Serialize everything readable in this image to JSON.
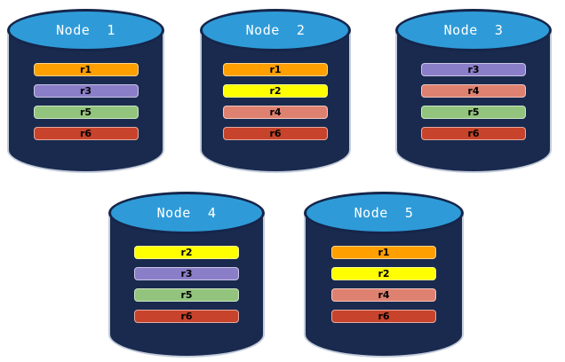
{
  "colors": {
    "cylinder_body": "#192A4E",
    "cylinder_top": "#2E9BD8",
    "cylinder_outline": "#15254A",
    "replica_r1": "#FF9F00",
    "replica_r2": "#FFFF00",
    "replica_r3": "#8B7EC8",
    "replica_r4": "#DF8170",
    "replica_r5": "#93C47D",
    "replica_r6": "#C7432B"
  },
  "nodes": [
    {
      "title": "Node  1",
      "bars": [
        {
          "label": "r1",
          "color": "#FF9F00"
        },
        {
          "label": "r3",
          "color": "#8B7EC8"
        },
        {
          "label": "r5",
          "color": "#93C47D"
        },
        {
          "label": "r6",
          "color": "#C7432B"
        }
      ]
    },
    {
      "title": "Node  2",
      "bars": [
        {
          "label": "r1",
          "color": "#FF9F00"
        },
        {
          "label": "r2",
          "color": "#FFFF00"
        },
        {
          "label": "r4",
          "color": "#DF8170"
        },
        {
          "label": "r6",
          "color": "#C7432B"
        }
      ]
    },
    {
      "title": "Node  3",
      "bars": [
        {
          "label": "r3",
          "color": "#8B7EC8"
        },
        {
          "label": "r4",
          "color": "#DF8170"
        },
        {
          "label": "r5",
          "color": "#93C47D"
        },
        {
          "label": "r6",
          "color": "#C7432B"
        }
      ]
    },
    {
      "title": "Node  4",
      "bars": [
        {
          "label": "r2",
          "color": "#FFFF00"
        },
        {
          "label": "r3",
          "color": "#8B7EC8"
        },
        {
          "label": "r5",
          "color": "#93C47D"
        },
        {
          "label": "r6",
          "color": "#C7432B"
        }
      ]
    },
    {
      "title": "Node  5",
      "bars": [
        {
          "label": "r1",
          "color": "#FF9F00"
        },
        {
          "label": "r2",
          "color": "#FFFF00"
        },
        {
          "label": "r4",
          "color": "#DF8170"
        },
        {
          "label": "r6",
          "color": "#C7432B"
        }
      ]
    }
  ]
}
